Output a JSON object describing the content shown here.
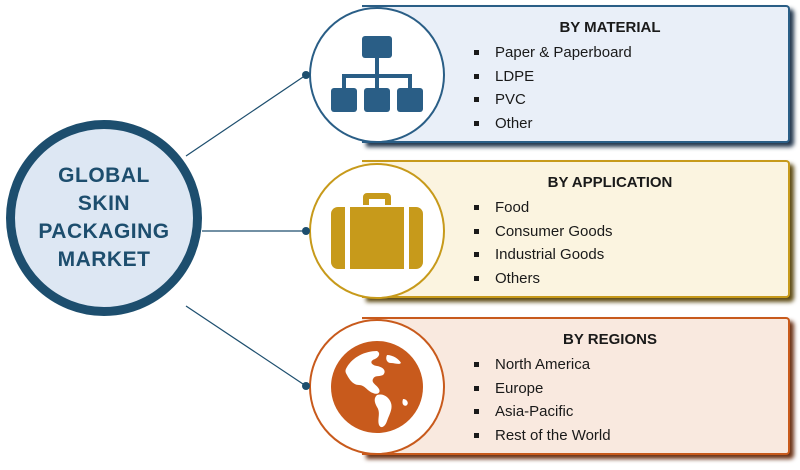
{
  "hub": {
    "title_lines": [
      "GLOBAL",
      "SKIN",
      "PACKAGING",
      "MARKET"
    ]
  },
  "segments": [
    {
      "title": "BY MATERIAL",
      "icon": "hierarchy-icon",
      "accent": "#2a5e86",
      "panel_bg": "#e9eff8",
      "shadow": "#24384e",
      "items": [
        "Paper & Paperboard",
        "LDPE",
        "PVC",
        "Other"
      ]
    },
    {
      "title": "BY APPLICATION",
      "icon": "suitcase-icon",
      "accent": "#c79a1b",
      "panel_bg": "#fbf4e0",
      "shadow": "#5e4b14",
      "items": [
        "Food",
        "Consumer Goods",
        "Industrial Goods",
        "Others"
      ]
    },
    {
      "title": "BY REGIONS",
      "icon": "globe-icon",
      "accent": "#c85a1c",
      "panel_bg": "#f9e9df",
      "shadow": "#6b3216",
      "items": [
        "North America",
        "Europe",
        "Asia-Pacific",
        "Rest of the World"
      ]
    }
  ],
  "colors": {
    "hub_border": "#1d4e6e",
    "hub_fill": "#dde7f3",
    "connector": "#1d4e6e"
  }
}
